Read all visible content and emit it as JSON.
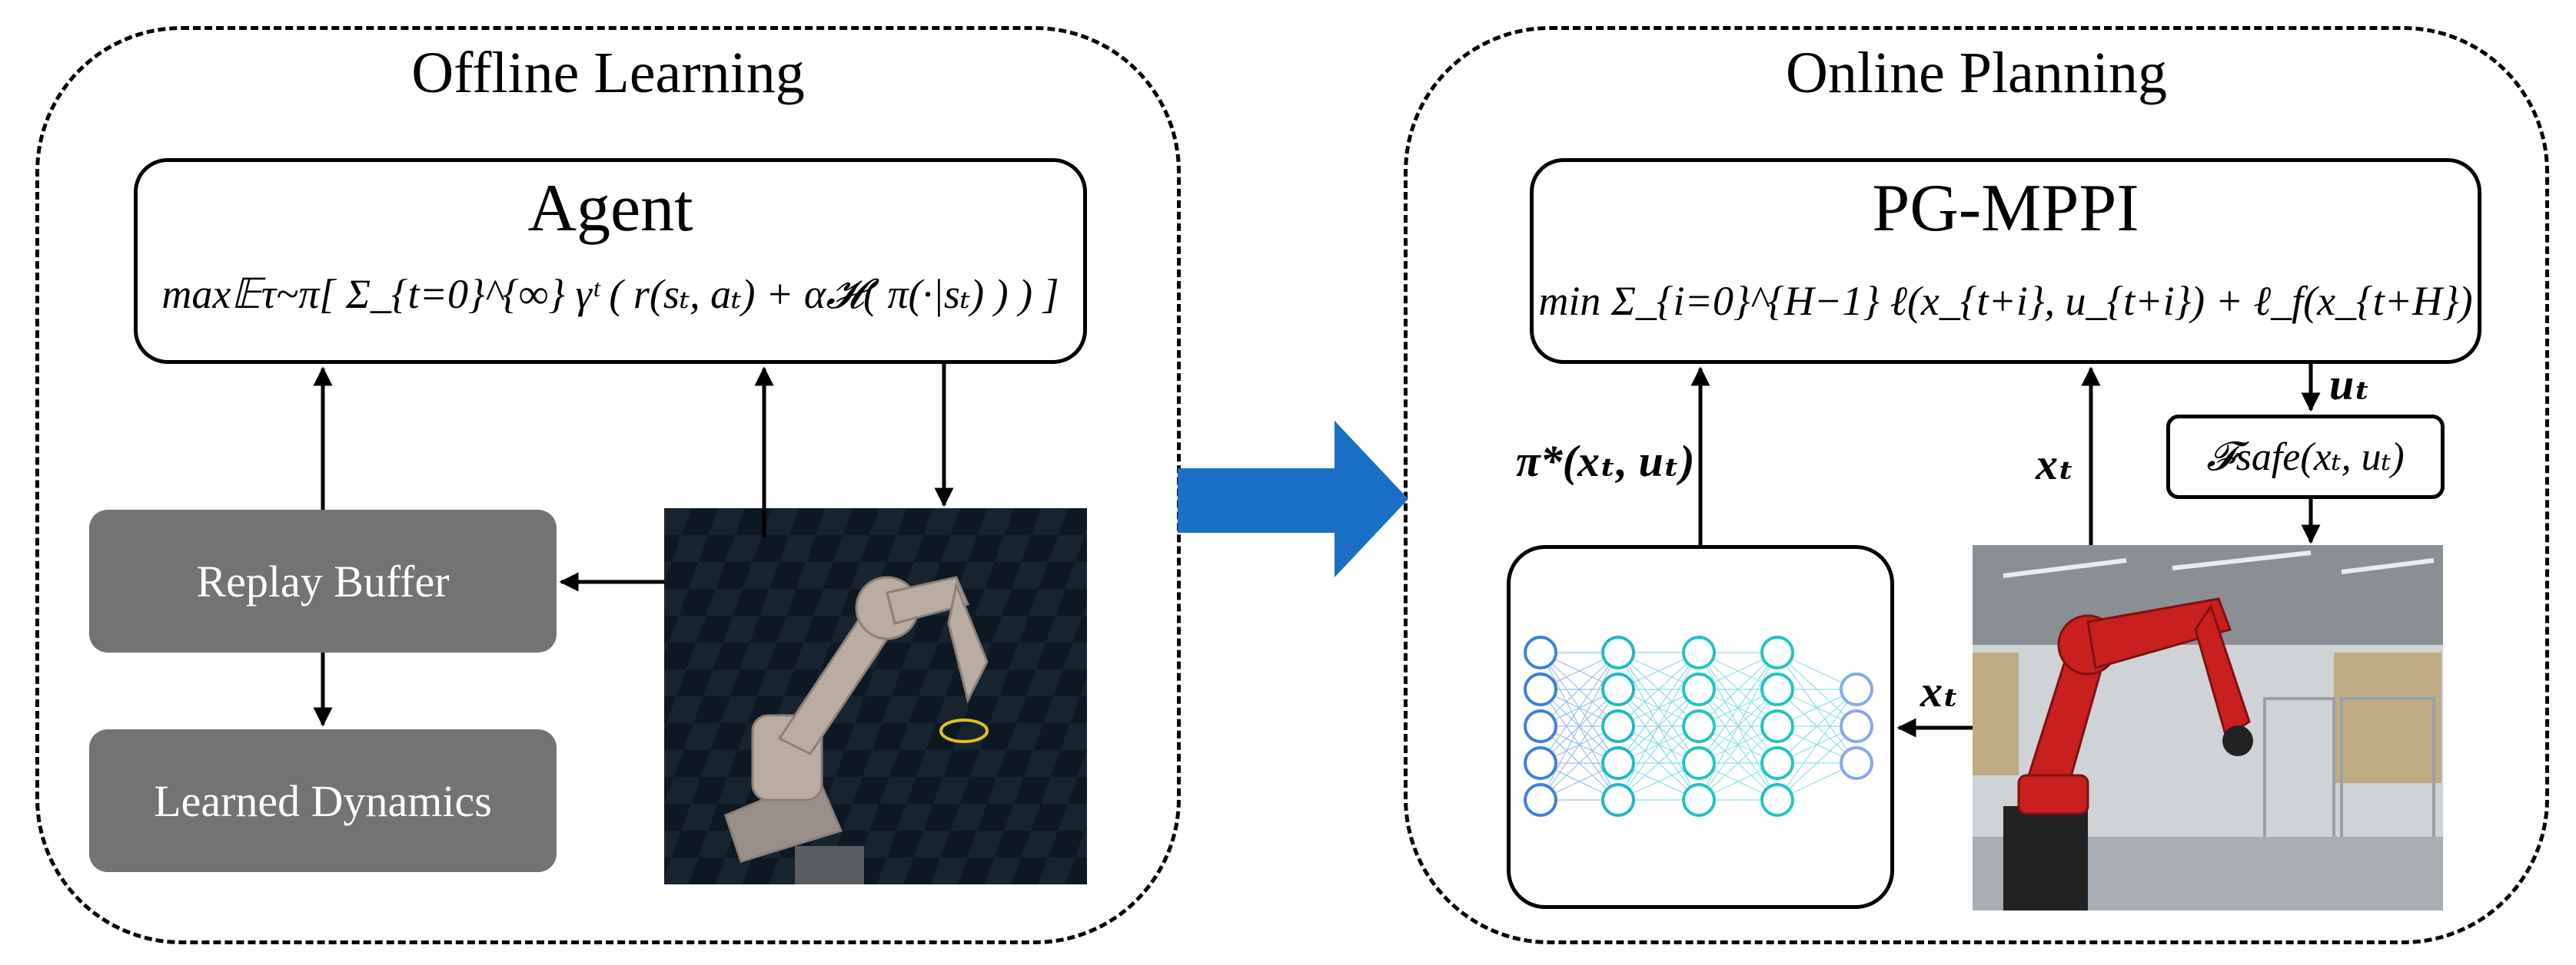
{
  "left_panel": {
    "title": "Offline Learning",
    "agent": {
      "title": "Agent",
      "formula": "max𝔼τ~π[ Σ_{t=0}^{∞} γᵗ ( r(sₜ, aₜ) + α𝓗( π(·|sₜ) ) ) ]"
    },
    "replay_buffer": "Replay Buffer",
    "learned_dynamics": "Learned Dynamics",
    "sim_image": "simulated robot arm"
  },
  "right_panel": {
    "title": "Online Planning",
    "planner": {
      "title": "PG-MPPI",
      "formula": "min Σ_{i=0}^{H−1} ℓ(x_{t+i}, u_{t+i}) + ℓ_f(x_{t+H})"
    },
    "policy_label": "π*(xₜ, uₜ)",
    "state_label_top": "xₜ",
    "state_label_right": "xₜ",
    "control_label": "uₜ",
    "safety_filter": "𝓕safe(xₜ, uₜ)",
    "real_image": "real robot arm"
  },
  "colors": {
    "gray_box": "#737373",
    "transfer_arrow": "#1a6fc4",
    "sim_bg": "#101a24"
  }
}
